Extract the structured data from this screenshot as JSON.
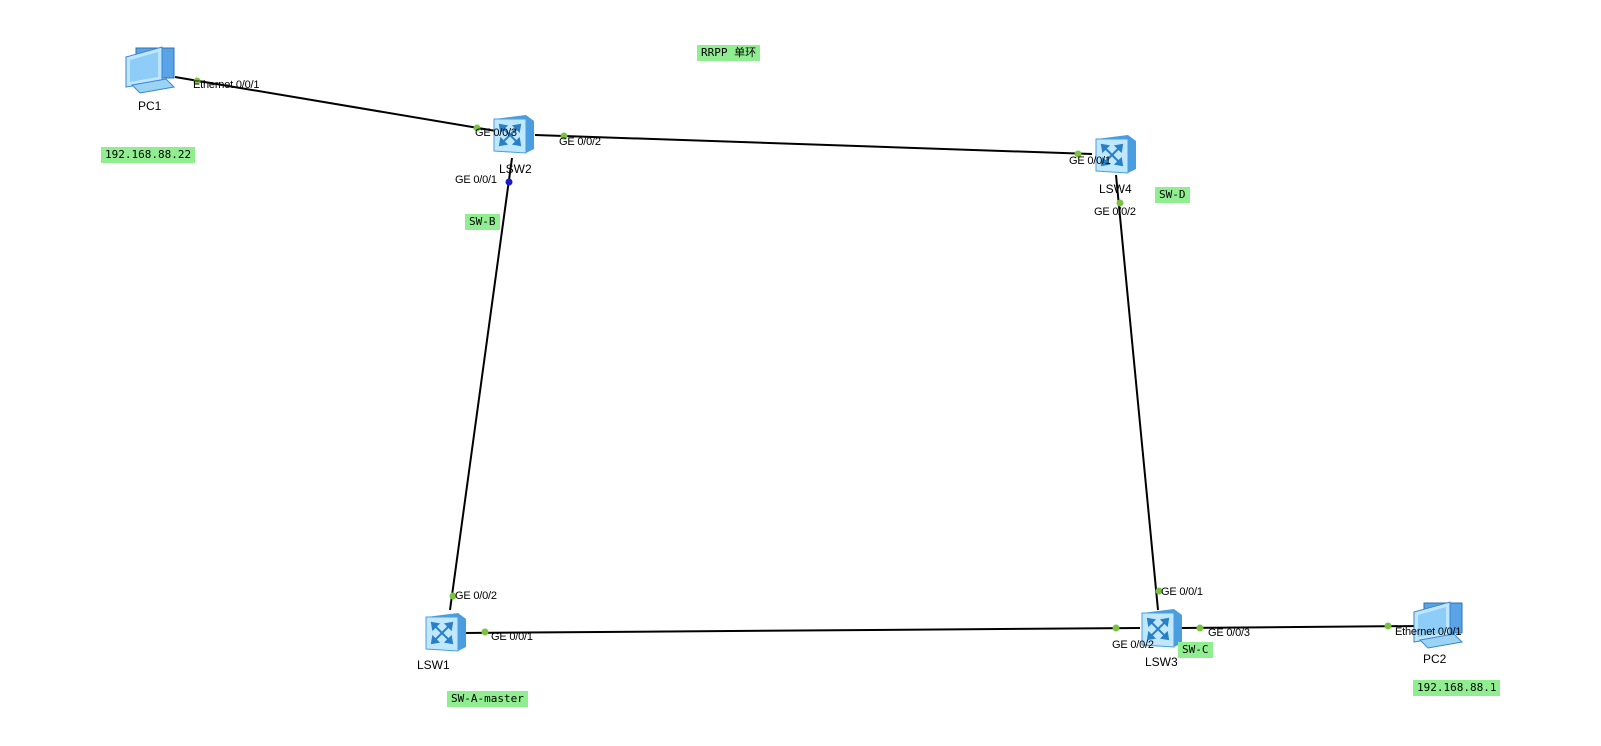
{
  "title_note": "RRPP 单环",
  "devices": [
    {
      "name": "PC1",
      "kind": "pc"
    },
    {
      "name": "LSW2",
      "kind": "switch"
    },
    {
      "name": "LSW4",
      "kind": "switch"
    },
    {
      "name": "LSW1",
      "kind": "switch"
    },
    {
      "name": "LSW3",
      "kind": "switch"
    },
    {
      "name": "PC2",
      "kind": "pc"
    }
  ],
  "notes": {
    "pc1_ip": "192.168.88.22",
    "pc2_ip": "192.168.88.1",
    "sw_b": "SW-B",
    "sw_d": "SW-D",
    "sw_a": "SW-A-master",
    "sw_c": "SW-C"
  },
  "ports": {
    "pc1_eth": "Ethernet 0/0/1",
    "lsw2_ge3": "GE 0/0/3",
    "lsw2_ge2": "GE 0/0/2",
    "lsw2_ge1": "GE 0/0/1",
    "lsw4_ge1": "GE 0/0/1",
    "lsw4_ge2": "GE 0/0/2",
    "lsw1_ge2": "GE 0/0/2",
    "lsw1_ge1": "GE 0/0/1",
    "lsw3_ge1": "GE 0/0/1",
    "lsw3_ge2": "GE 0/0/2",
    "lsw3_ge3": "GE 0/0/3",
    "pc2_eth": "Ethernet 0/0/1"
  },
  "colors": {
    "note_bg": "#90ee90",
    "port_up": "#7cc242",
    "port_blocked": "#1a1acc",
    "link": "#000000"
  }
}
